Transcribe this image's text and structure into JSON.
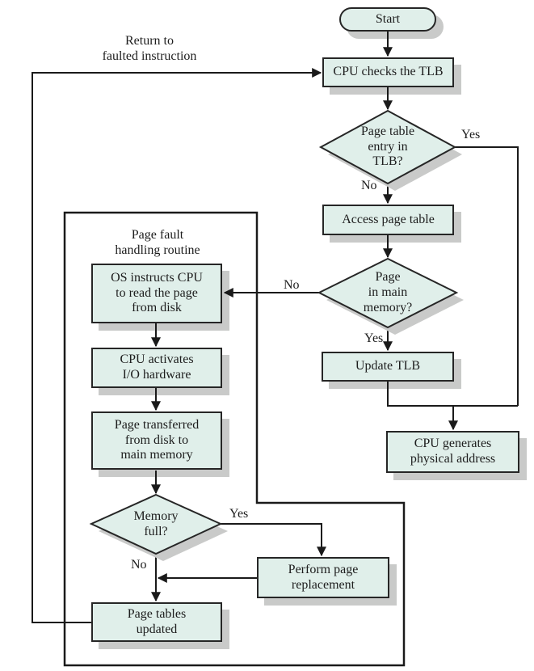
{
  "colors": {
    "node_fill": "#e0efea",
    "node_border": "#262626",
    "shadow": "#c9cac9",
    "line": "#1a1a1a",
    "text": "#1d1d1d",
    "background": "#ffffff"
  },
  "nodes": {
    "start": "Start",
    "cpu_checks_tlb": "CPU checks the TLB",
    "tlb_decision": "Page table\nentry in\nTLB?",
    "access_page_table": "Access page table",
    "memory_decision": "Page\nin main\nmemory?",
    "update_tlb": "Update TLB",
    "cpu_generates": "CPU generates\nphysical address",
    "os_instructs": "OS instructs CPU\nto read the page\nfrom disk",
    "cpu_activates": "CPU activates\nI/O hardware",
    "page_transferred": "Page transferred\nfrom disk to\nmain memory",
    "memory_full_decision": "Memory\nfull?",
    "perform_replacement": "Perform page\nreplacement",
    "page_tables_updated": "Page tables\nupdated"
  },
  "labels": {
    "return_note": "Return to\nfaulted instruction",
    "routine_title": "Page fault\nhandling routine",
    "tlb_yes": "Yes",
    "tlb_no": "No",
    "memory_no": "No",
    "memory_yes": "Yes",
    "full_yes": "Yes",
    "full_no": "No"
  }
}
